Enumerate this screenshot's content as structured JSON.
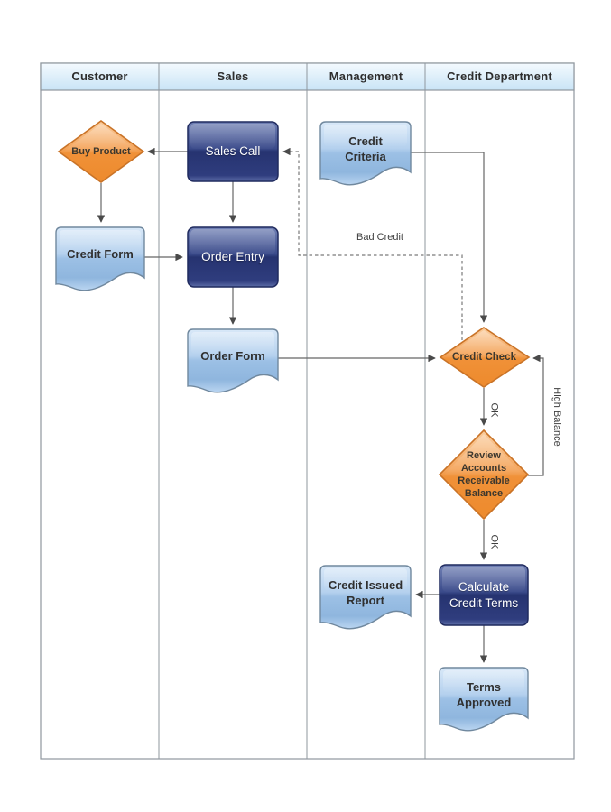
{
  "diagram": {
    "lanes": [
      {
        "label": "Customer"
      },
      {
        "label": "Sales"
      },
      {
        "label": "Management"
      },
      {
        "label": "Credit Department"
      }
    ],
    "nodes": {
      "buy_product": {
        "label": "Buy Product",
        "type": "decision",
        "lane": "Customer"
      },
      "sales_call": {
        "label": "Sales Call",
        "type": "process",
        "lane": "Sales"
      },
      "credit_form": {
        "label": "Credit Form",
        "type": "document",
        "lane": "Customer"
      },
      "order_entry": {
        "label": "Order Entry",
        "type": "process",
        "lane": "Sales"
      },
      "order_form": {
        "label": "Order Form",
        "type": "document",
        "lane": "Sales"
      },
      "credit_criteria": {
        "label": "Credit Criteria",
        "type": "document",
        "lane": "Management"
      },
      "credit_check": {
        "label": "Credit Check",
        "type": "decision",
        "lane": "Credit Department"
      },
      "review_ar_balance": {
        "label": "Review Accounts Receivable Balance",
        "type": "decision",
        "lane": "Credit Department"
      },
      "calculate_credit_terms": {
        "label": "Calculate Credit Terms",
        "type": "process",
        "lane": "Credit Department"
      },
      "credit_issued_report": {
        "label": "Credit Issued Report",
        "type": "document",
        "lane": "Management"
      },
      "terms_approved": {
        "label": "Terms Approved",
        "type": "document",
        "lane": "Credit Department"
      }
    },
    "edge_labels": {
      "bad_credit": "Bad Credit",
      "ok_credit_check": "OK",
      "ok_review": "OK",
      "high_balance": "High Balance"
    },
    "colors": {
      "decision_fill": "#F09138",
      "decision_border": "#C97327",
      "process_fill": "#2E3C7C",
      "process_border": "#1F2A5E",
      "document_fill": "#9CC0E5",
      "document_border": "#70889E",
      "lane_header_fill": "#D8EBF9",
      "lane_border": "#8F979E",
      "connector": "#666666"
    }
  }
}
